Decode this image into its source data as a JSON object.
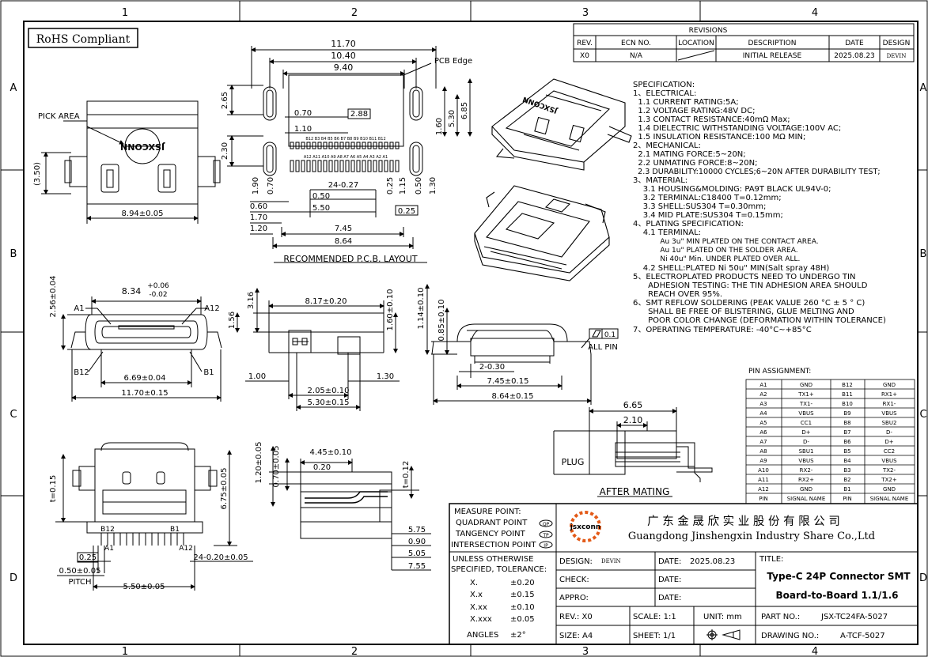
{
  "zones": {
    "columns": [
      "1",
      "2",
      "3",
      "4"
    ],
    "rows": [
      "A",
      "B",
      "C",
      "D"
    ]
  },
  "rohs": "RoHS Compliant",
  "revisions": {
    "title": "REVISIONS",
    "headers": [
      "REV.",
      "ECN NO.",
      "LOCATION",
      "DESCRIPTION",
      "DATE",
      "DESIGN"
    ],
    "row": [
      "X0",
      "N/A",
      "",
      "INITIAL RELEASE",
      "2025.08.23",
      "DEVIN"
    ]
  },
  "top_view": {
    "pick_area": "PICK AREA",
    "logo_text": "JSXCONN",
    "dim_height": "(3.50)",
    "dim_width": "8.94±0.05"
  },
  "pcb_layout": {
    "d_1170": "11.70",
    "d_1040": "10.40",
    "d_940": "9.40",
    "pcb_edge": "PCB Edge",
    "d_265": "2.65",
    "d_070": "0.70",
    "d_288": "2.88",
    "d_110": "1.10",
    "d_160": "1.60",
    "d_530": "5.30",
    "d_685": "6.85",
    "pins_top": "B12 B3 B4 B5 B6 B7 B8 B9 B10 B11 B12",
    "pins_bottom": "A12 A11 A10 A9 A8 A7 A6 A5 A4 A3 A2 A1",
    "d_230": "2.30",
    "d_190": "1.90",
    "d_070b": "0.70",
    "d_24x027": "24-0.27",
    "d_025": "0.25",
    "d_115": "1.15",
    "d_050": "0.50",
    "d_130": "1.30",
    "d_060": "0.60",
    "d_050b": "0.50",
    "d_170": "1.70",
    "d_550": "5.50",
    "d_025b": "0.25",
    "d_120": "1.20",
    "d_745": "7.45",
    "d_864": "8.64",
    "caption": "RECOMMENDED P.C.B. LAYOUT"
  },
  "front_view": {
    "d_256": "2.56±0.04",
    "d_834": "8.34",
    "d_834_tol_up": "+0.06",
    "d_834_tol_dn": "-0.02",
    "a1": "A1",
    "a12": "A12",
    "b12": "B12",
    "b1": "B1",
    "d_669": "6.69±0.04",
    "d_1170": "11.70±0.15"
  },
  "side_view": {
    "d_316": "3.16",
    "d_156": "1.56",
    "d_817": "8.17±0.20",
    "d_160": "1.60±0.10",
    "d_100": "1.00",
    "d_130": "1.30",
    "d_205": "2.05±0.10",
    "d_530": "5.30±0.15"
  },
  "rear_view": {
    "d_114": "1.14±0.10",
    "d_085": "0.85±0.10",
    "flatness": "0.1",
    "all_pin": "ALL PIN",
    "d_2x030": "2-0.30",
    "d_745": "7.45±0.15",
    "d_864": "8.64±0.15"
  },
  "spec": {
    "lines": [
      "SPECIFICATION:",
      "1、ELECTRICAL:",
      "  1.1 CURRENT RATING:5A;",
      "  1.2 VOLTAGE RATING:48V DC;",
      "  1.3 CONTACT RESISTANCE:40mΩ Max;",
      "  1.4 DIELECTRIC WITHSTANDING VOLTAGE:100V AC;",
      "  1.5 INSULATION RESISTANCE:100 MΩ MIN;",
      "2、MECHANICAL:",
      "  2.1 MATING FORCE:5~20N;",
      "  2.2 UNMATING FORCE:8~20N;",
      "  2.3 DURABILITY:10000 CYCLES;6~20N AFTER DURABILITY TEST;",
      "3、MATERIAL:",
      "    3.1 HOUSING&MOLDING: PA9T BLACK UL94V-0;",
      "    3.2 TERMINAL:C18400 T=0.12mm;",
      "    3.3 SHELL:SUS304 T=0.30mm;",
      "    3.4 MID PLATE:SUS304 T=0.15mm;",
      "4、PLATING SPECIFICATION:",
      "    4.1 TERMINAL:",
      "            Au 3u\" MIN PLATED ON THE CONTACT AREA.",
      "            Au 1u\" PLATED ON THE SOLDER AREA.",
      "            Ni 40u\" Min. UNDER PLATED OVER ALL.",
      "    4.2 SHELL:PLATED Ni 50u\" MIN(Salt spray 48H)",
      "5、ELECTROPLATED PRODUCTS NEED TO UNDERGO TIN",
      "      ADHESION TESTING: THE TIN ADHESION AREA SHOULD",
      "      REACH OVER 95%.",
      "6、SMT REFLOW SOLDERING (PEAK VALUE 260 °C ± 5 ° C)",
      "      SHALL BE FREE OF BLISTERING, GLUE MELTING AND",
      "      POOR COLOR CHANGE (DEFORMATION WITHIN TOLERANCE)",
      "7、OPERATING TEMPERATURE: -40°C~+85°C"
    ]
  },
  "pin_assignment": {
    "title": "PIN ASSIGNMENT:",
    "rows": [
      [
        "A1",
        "GND",
        "B12",
        "GND"
      ],
      [
        "A2",
        "TX1+",
        "B11",
        "RX1+"
      ],
      [
        "A3",
        "TX1-",
        "B10",
        "RX1-"
      ],
      [
        "A4",
        "VBUS",
        "B9",
        "VBUS"
      ],
      [
        "A5",
        "CC1",
        "B8",
        "SBU2"
      ],
      [
        "A6",
        "D+",
        "B7",
        "D-"
      ],
      [
        "A7",
        "D-",
        "B6",
        "D+"
      ],
      [
        "A8",
        "SBU1",
        "B5",
        "CC2"
      ],
      [
        "A9",
        "VBUS",
        "B4",
        "VBUS"
      ],
      [
        "A10",
        "RX2-",
        "B3",
        "TX2-"
      ],
      [
        "A11",
        "RX2+",
        "B2",
        "TX2+"
      ],
      [
        "A12",
        "GND",
        "B1",
        "GND"
      ],
      [
        "PIN",
        "SIGNAL NAME",
        "PIN",
        "SIGNAL NAME"
      ]
    ]
  },
  "mating": {
    "d_665": "6.65",
    "d_210": "2.10",
    "plug": "PLUG",
    "caption": "AFTER MATING"
  },
  "bottom_view": {
    "d_t015": "t=0.15",
    "d_675": "6.75±0.05",
    "b12": "B12",
    "b1": "B1",
    "a1": "A1",
    "a12": "A12",
    "d_025": "0.25",
    "d_24x020": "24-0.20±0.05",
    "d_050": "0.50±0.05",
    "pitch": "PITCH",
    "d_550": "5.50±0.05"
  },
  "section_view": {
    "d_120": "1.20±0.05",
    "d_070": "0.70±0.05",
    "d_445": "4.45±0.10",
    "d_020": "0.20",
    "d_t012": "t=0.12",
    "d_575": "5.75",
    "d_090": "0.90",
    "d_505": "5.05",
    "d_755": "7.55"
  },
  "title_block": {
    "measure_lines": [
      "MEASURE POINT:",
      "QUADRANT POINT",
      "TANGENCY POINT",
      "INTERSECTION POINT"
    ],
    "measure_codes": [
      "QP",
      "TP",
      "IP"
    ],
    "logo": "jsxconn",
    "company_cn": "广 东 金 晟 欣 实 业 股 份 有 限 公 司",
    "company_en": "Guangdong Jinshengxin Industry Share Co.,Ltd",
    "tol_header": [
      "UNLESS OTHERWISE",
      "SPECIFIED, TOLERANCE:"
    ],
    "tol_rows": [
      [
        "X.",
        "±0.20"
      ],
      [
        "X.x",
        "±0.15"
      ],
      [
        "X.xx",
        "±0.10"
      ],
      [
        "X.xxx",
        "±0.05"
      ],
      [
        "ANGLES",
        "±2°"
      ]
    ],
    "design_label": "DESIGN:",
    "design_value": "DEVIN",
    "date_label": "DATE:",
    "date_value": "2025.08.23",
    "check_label": "CHECK:",
    "appro_label": "APPRO:",
    "title_label": "TITLE:",
    "title_line1": "Type-C 24P Connector SMT",
    "title_line2": "Board-to-Board 1.1/1.6",
    "rev_label": "REV.: X0",
    "scale_label": "SCALE: 1:1",
    "unit_label": "UNIT: mm",
    "part_label": "PART NO.:",
    "part_value": "JSX-TC24FA-5027",
    "size_label": "SIZE: A4",
    "sheet_label": "SHEET: 1/1",
    "drawing_label": "DRAWING NO.:",
    "drawing_value": "A-TCF-5027"
  }
}
